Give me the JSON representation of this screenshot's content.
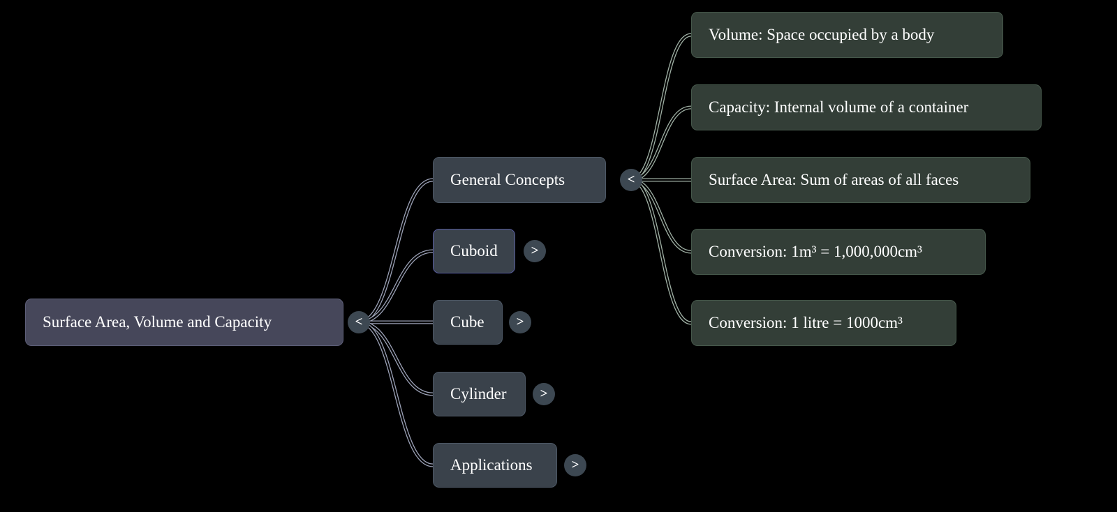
{
  "diagram": {
    "root": {
      "label": "Surface Area, Volume and Capacity",
      "toggle": "<"
    },
    "children": [
      {
        "label": "General Concepts",
        "toggle": "<"
      },
      {
        "label": "Cuboid",
        "toggle": ">"
      },
      {
        "label": "Cube",
        "toggle": ">"
      },
      {
        "label": "Cylinder",
        "toggle": ">"
      },
      {
        "label": "Applications",
        "toggle": ">"
      }
    ],
    "general_concepts_children": [
      {
        "label": "Volume: Space occupied by a body"
      },
      {
        "label": "Capacity: Internal volume of a container"
      },
      {
        "label": "Surface Area: Sum of areas of all faces"
      },
      {
        "label": "Conversion: 1m³ = 1,000,000cm³"
      },
      {
        "label": "Conversion: 1 litre = 1000cm³"
      }
    ],
    "colors": {
      "background": "#000000",
      "root_node": "#46475a",
      "branch_node": "#3a424b",
      "leaf_node": "#333e37",
      "toggle_circle": "#3d4852",
      "left_links": "#9ba1b6",
      "right_links": "#9fb0a4",
      "text": "#ffffff"
    }
  }
}
